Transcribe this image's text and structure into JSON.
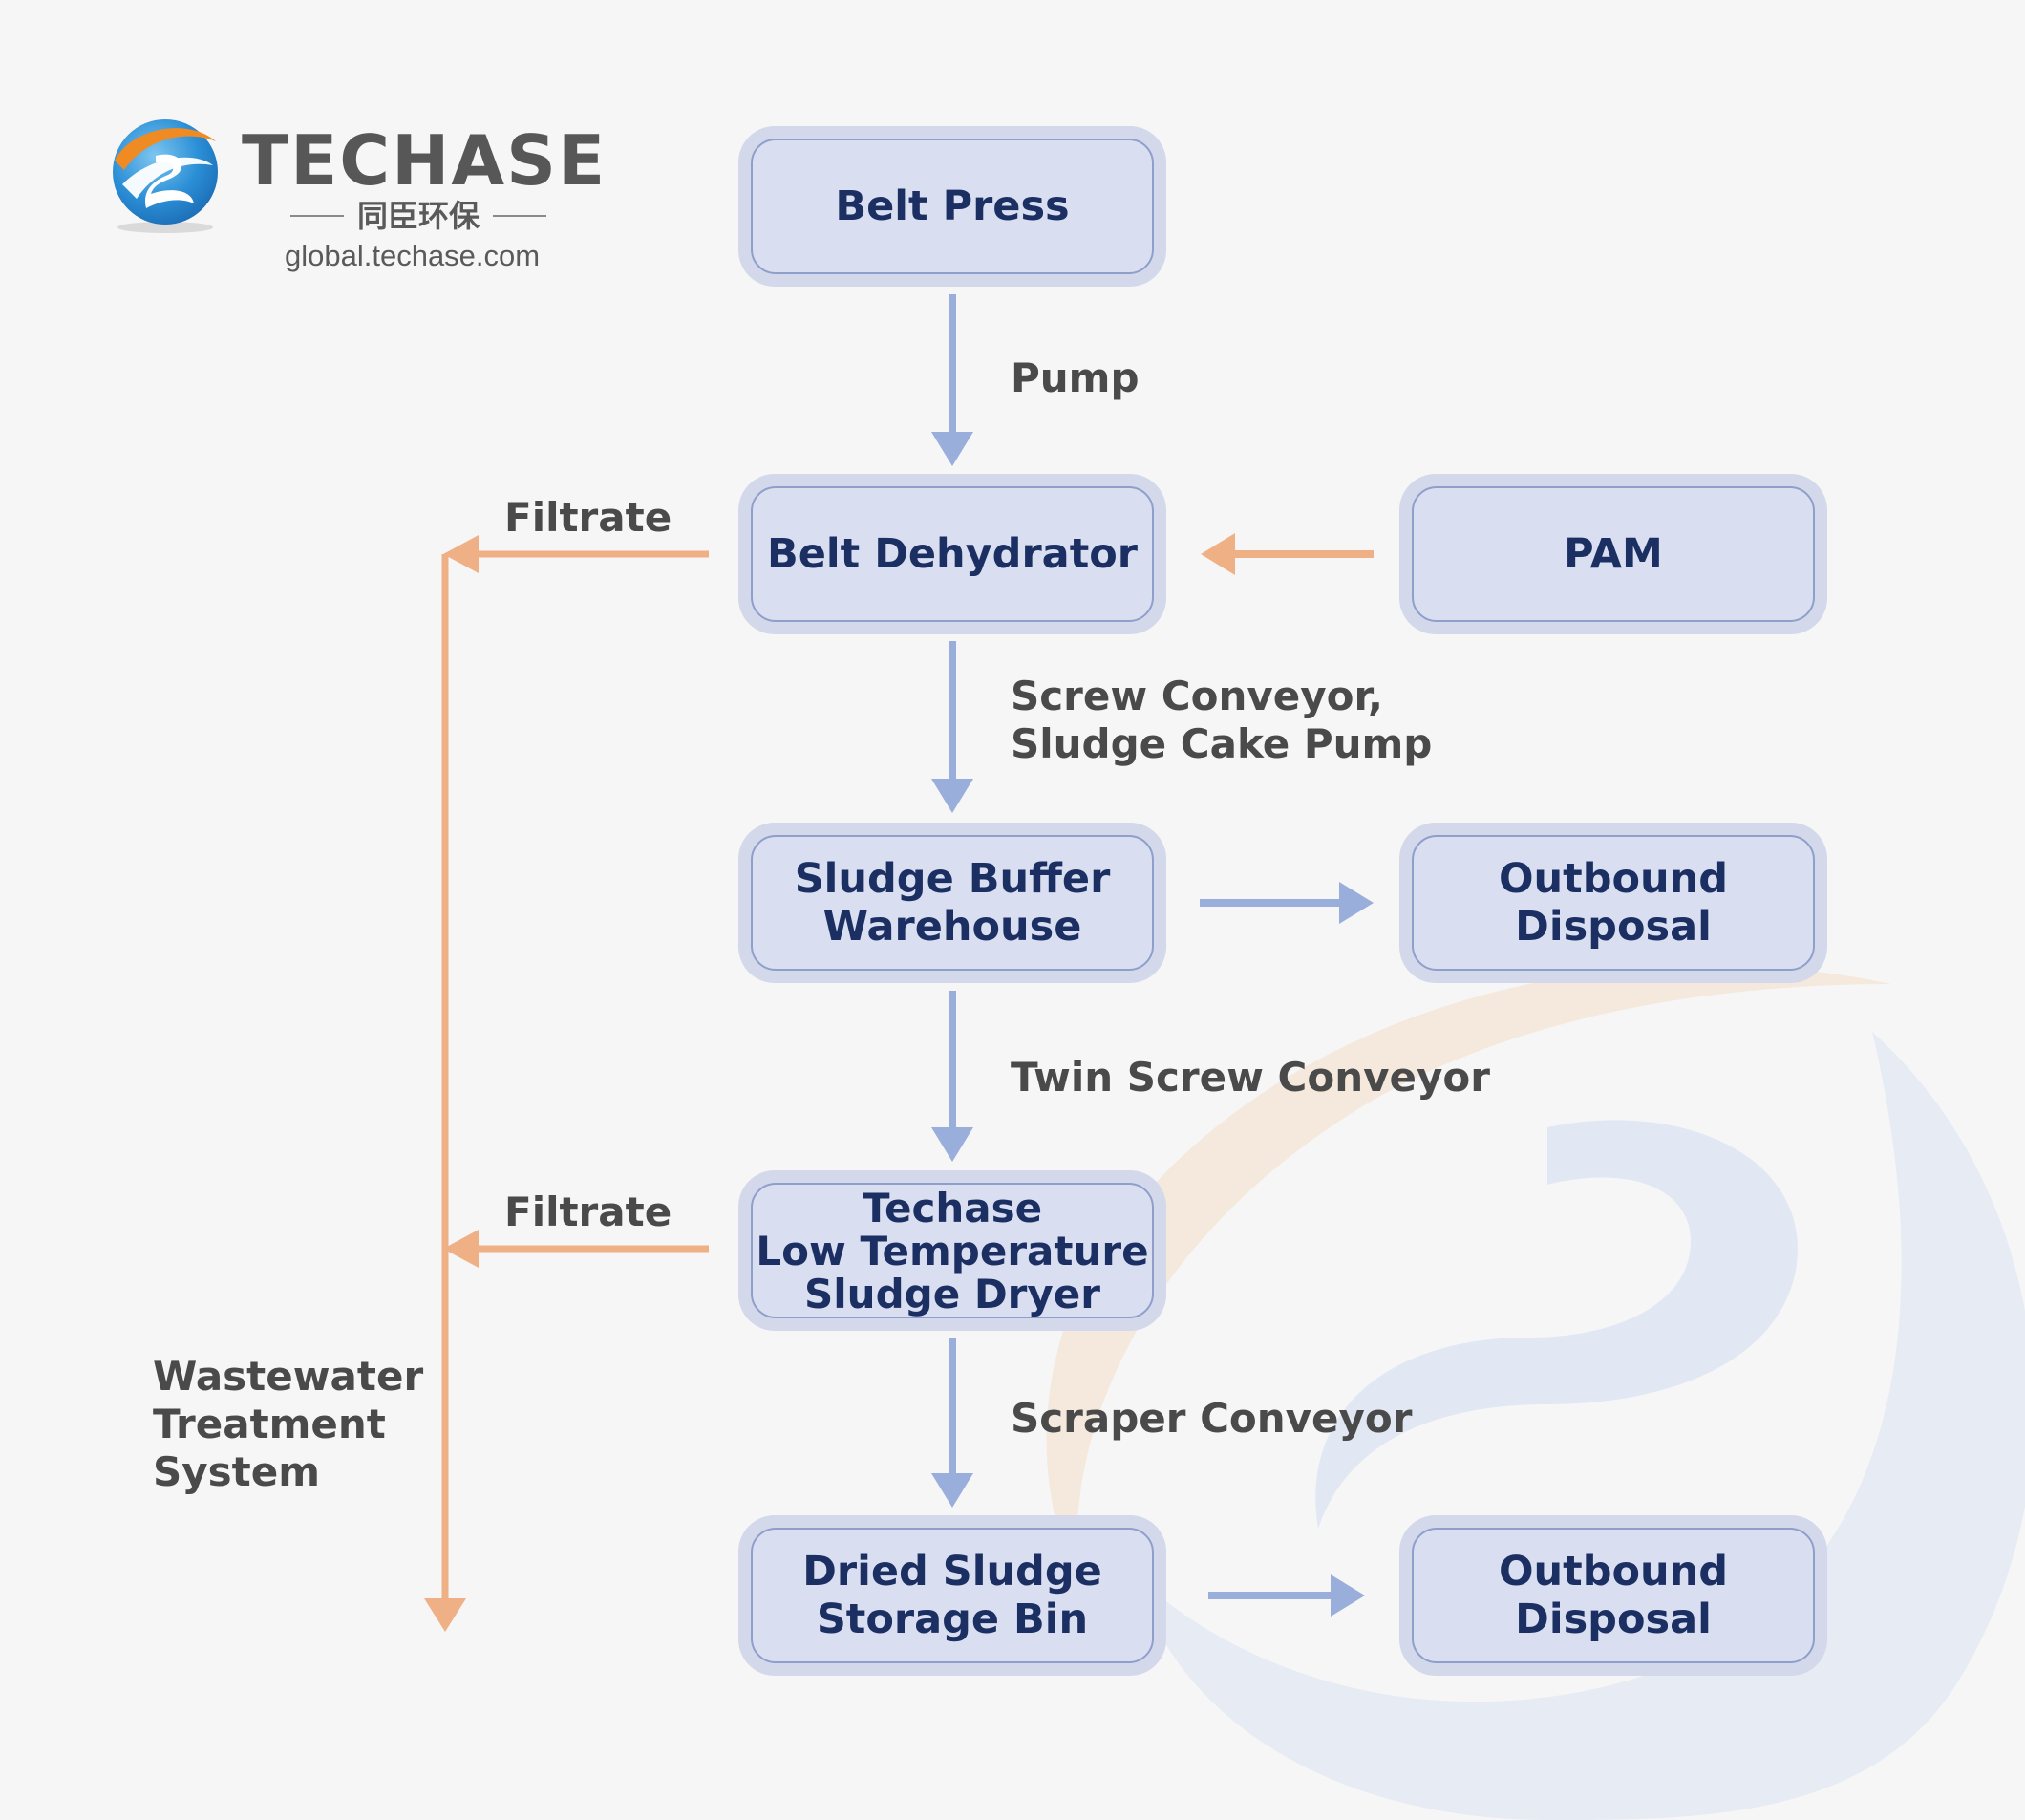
{
  "logo": {
    "brand": "TECHASE",
    "chinese": "同臣环保",
    "url": "global.techase.com"
  },
  "nodes": {
    "belt_press": [
      "Belt Press"
    ],
    "belt_dehydrator": [
      "Belt Dehydrator"
    ],
    "pam": [
      "PAM"
    ],
    "sludge_buffer": [
      "Sludge Buffer",
      "Warehouse"
    ],
    "outbound_1": [
      "Outbound",
      "Disposal"
    ],
    "dryer": [
      "Techase",
      "Low Temperature",
      "Sludge Dryer"
    ],
    "storage_bin": [
      "Dried Sludge",
      "Storage Bin"
    ],
    "outbound_2": [
      "Outbound",
      "Disposal"
    ]
  },
  "edge_labels": {
    "pump": [
      "Pump"
    ],
    "screw_conveyor": [
      "Screw Conveyor,",
      "Sludge Cake Pump"
    ],
    "twin_screw": [
      "Twin Screw Conveyor"
    ],
    "scraper": [
      "Scraper Conveyor"
    ],
    "filtrate_1": [
      "Filtrate"
    ],
    "filtrate_2": [
      "Filtrate"
    ],
    "wastewater": [
      "Wastewater",
      "Treatment",
      "System"
    ]
  },
  "colors": {
    "flow_arrow": "#9aaedb",
    "filtrate_arrow": "#f0b085",
    "node_fill": "#d9dff0",
    "node_text": "#1c2f63"
  }
}
